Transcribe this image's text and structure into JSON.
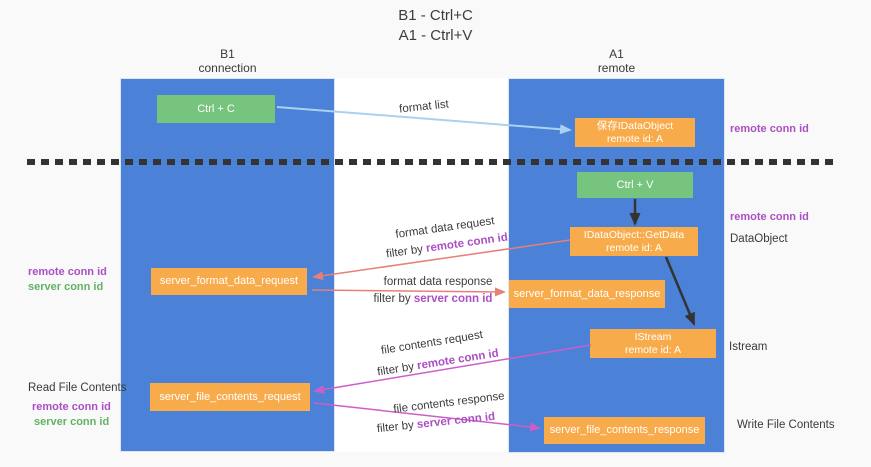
{
  "title": {
    "line1": "B1 - Ctrl+C",
    "line2": "A1 - Ctrl+V"
  },
  "lanes": {
    "left": {
      "title": "B1",
      "subtitle": "connection"
    },
    "right": {
      "title": "A1",
      "subtitle": "remote"
    }
  },
  "boxes": {
    "ctrl_c": {
      "label": "Ctrl + C"
    },
    "save_idataobject": {
      "line1": "保存IDataObject",
      "line2": "remote id: A"
    },
    "ctrl_v": {
      "label": "Ctrl + V"
    },
    "getdata": {
      "line1": "IDataObject::GetData",
      "line2": "remote id: A"
    },
    "server_format_data_request": {
      "label": "server_format_data_request"
    },
    "server_format_data_response": {
      "label": "server_format_data_response"
    },
    "istream": {
      "line1": "IStream",
      "line2": "remote id: A"
    },
    "server_file_contents_request": {
      "label": "server_file_contents_request"
    },
    "server_file_contents_response": {
      "label": "server_file_contents_response"
    }
  },
  "arrows": {
    "format_list": {
      "label": "format list"
    },
    "format_data_request": {
      "label": "format data request",
      "filter_prefix": "filter by ",
      "filter_key": "remote conn id"
    },
    "format_data_response": {
      "label": "format data response",
      "filter_prefix": "filter by ",
      "filter_key": "server conn id"
    },
    "file_contents_request": {
      "label": "file contents request",
      "filter_prefix": "filter by ",
      "filter_key": "remote conn id"
    },
    "file_contents_response": {
      "label": "file contents response",
      "filter_prefix": "filter by ",
      "filter_key": "server conn id"
    }
  },
  "side_labels": {
    "right_remote_conn_id_1": "remote conn id",
    "right_remote_conn_id_2": "remote conn id",
    "right_dataobject": "DataObject",
    "right_istream": "Istream",
    "right_write_file_contents": "Write File Contents",
    "left_remote_conn_id_1": "remote conn id",
    "left_server_conn_id_1": "server conn id",
    "left_read_file_contents": "Read File Contents",
    "left_remote_conn_id_2": "remote conn id",
    "left_server_conn_id_2": "server conn id"
  },
  "colors": {
    "lane_blue": "#4b81d6",
    "box_green": "#76c47d",
    "box_orange": "#f8ab4b",
    "arrow_salmon": "#e87f76",
    "arrow_magenta": "#cd5ec9",
    "arrow_lightblue": "#a8d2ef",
    "arrow_black": "#333333",
    "dashed_divider": "#333333",
    "text_purple": "#ab4fc4",
    "text_green": "#62b263"
  }
}
